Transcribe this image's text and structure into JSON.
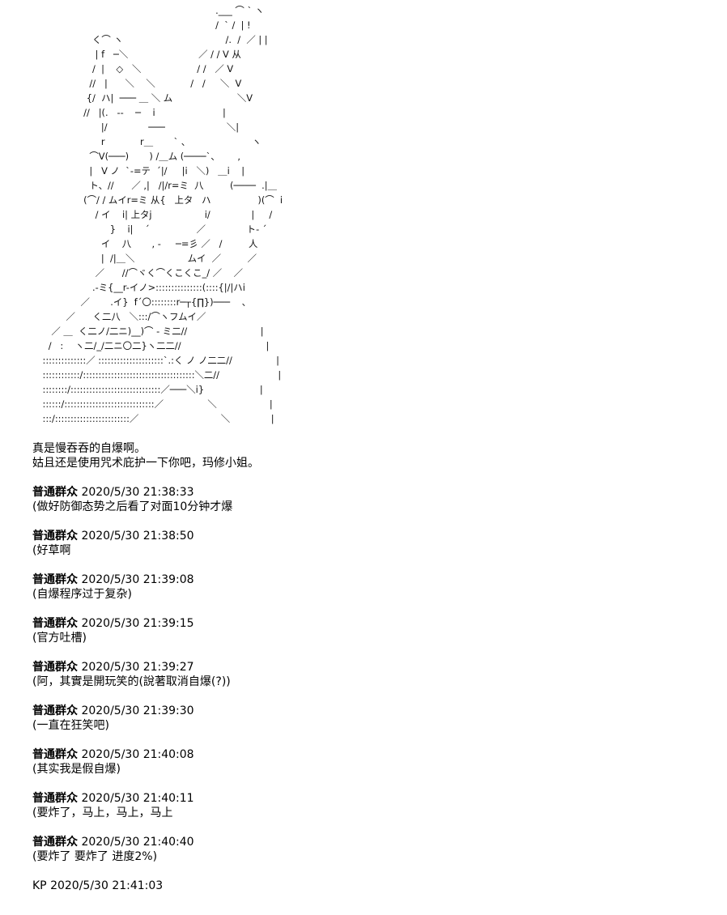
{
  "ascii_art": [
    "                                                               .___ ⌒ ` ヽ",
    "                                                               /  ` /  | !",
    "                     く⌒ ヽ                                   /.  /  ／ | |",
    "                      | f   ─＼                        ／ / / V 从",
    "                     /  |    ◇   ＼                   / /   ／ V",
    "                    //   |      ＼    ＼            /   /     ＼  V",
    "                   {/  ハ|  ─── ＿ ＼ ム                      ＼V",
    "                  //   |(.   ‐‐    ─    i                       |",
    "                        |/              ───                     ＼|",
    "                        r            r＿       ` 、                     ヽ",
    "                    ⌒V(───)       ) /＿ム (────`、      ,",
    "                    |   V ノ  `‐=テ  ´|/     |i   ＼)   ＿i    |",
    "                    ト、//      ／ ,|   /|/r=ミ  八         (────  .|＿",
    "                  (⌒/ / ムイr=ミ 从{   上タ   ハ                )(⌒  i",
    "                      / イ    i| 上タj                  i/              |     /",
    "                           }    i|    ´                ／              ト- ´",
    "                        イ    八       , -     ─=彡 ／   /         人",
    "                        |  /|＿＼                  ムイ  ／         ／",
    "                      ／      //⌒ヾく⌒くこくこ_/ ／    ／",
    "                     .-ミ{__r-イノ>:::::::::::::::(::::{|/|ハi",
    "                 ／       .イ}  f´〇::::::::r─┬{∏})───    、",
    "            ／      く二八   ＼:::/⌒ヽフムイ／",
    "       ／ ＿  く二ノ/二ニ)__)⌒ ‐ ミ二//                         |",
    "      /   :    ヽ二/_/二ニ〇二}ヽ二二//                             |",
    "    ::::::::::::::／ :::::::::::::::::::::`.:く ノ ノ二二//               |",
    "    ::::::::::::/::::::::::::::::::::::::::::::::::::＼二//                    |",
    "    ::::::::/:::::::::::::::::::::::::::::／───＼i}                   |",
    "    ::::::/:::::::::::::::::::::::::::::／               ＼                  |",
    "    :::/::::::::::::::::::::::::／                            ＼              |"
  ],
  "narration": [
    "真是慢吞吞的自爆啊。",
    "姑且还是使用咒术庇护一下你吧，玛修小姐。"
  ],
  "comments": [
    {
      "poster": "普通群众",
      "time": "2020/5/30 21:38:33",
      "text": "(做好防御态势之后看了对面10分钟才爆"
    },
    {
      "poster": "普通群众",
      "time": "2020/5/30 21:38:50",
      "text": "(好草啊"
    },
    {
      "poster": "普通群众",
      "time": "2020/5/30 21:39:08",
      "text": "(自爆程序过于复杂)"
    },
    {
      "poster": "普通群众",
      "time": "2020/5/30 21:39:15",
      "text": "(官方吐槽)"
    },
    {
      "poster": "普通群众",
      "time": "2020/5/30 21:39:27",
      "text": "(阿，其實是開玩笑的(說著取消自爆(?))"
    },
    {
      "poster": "普通群众",
      "time": "2020/5/30 21:39:30",
      "text": "(一直在狂笑吧)"
    },
    {
      "poster": "普通群众",
      "time": "2020/5/30 21:40:08",
      "text": "(其实我是假自爆)"
    },
    {
      "poster": "普通群众",
      "time": "2020/5/30 21:40:11",
      "text": "(要炸了，马上，马上，马上"
    },
    {
      "poster": "普通群众",
      "time": "2020/5/30 21:40:40",
      "text": "(要炸了 要炸了 进度2%)"
    }
  ],
  "footer": {
    "poster": "KP",
    "time": "2020/5/30 21:41:03"
  }
}
